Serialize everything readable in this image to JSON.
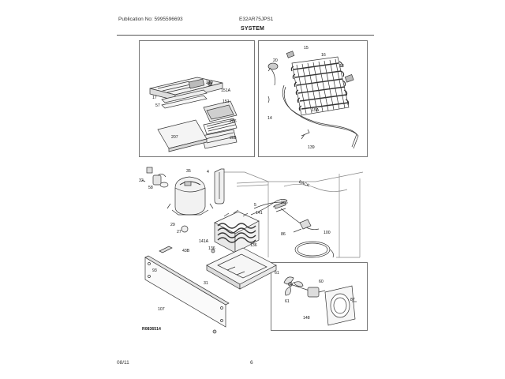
{
  "header": {
    "publication": "Publication No: 5995596693",
    "model": "E32AR75JPS1",
    "title": "SYSTEM"
  },
  "panels": {
    "top_left": {
      "callouts": [
        "210",
        "151A",
        "17",
        "151",
        "57",
        "206",
        "207",
        "205"
      ]
    },
    "top_right": {
      "callouts": [
        "15",
        "16",
        "20",
        "18",
        "15A",
        "14",
        "139"
      ]
    },
    "bottom": {
      "callouts": [
        "32",
        "58",
        "35",
        "4",
        "29",
        "5",
        "141",
        "206",
        "BACK",
        "27",
        "141A",
        "86",
        "100",
        "136",
        "136",
        "43B",
        "31",
        "93",
        "107",
        "61",
        "60",
        "87",
        "61",
        "148"
      ]
    }
  },
  "reference_code": "R0836514",
  "footer": {
    "date": "08/11",
    "page": "6"
  }
}
